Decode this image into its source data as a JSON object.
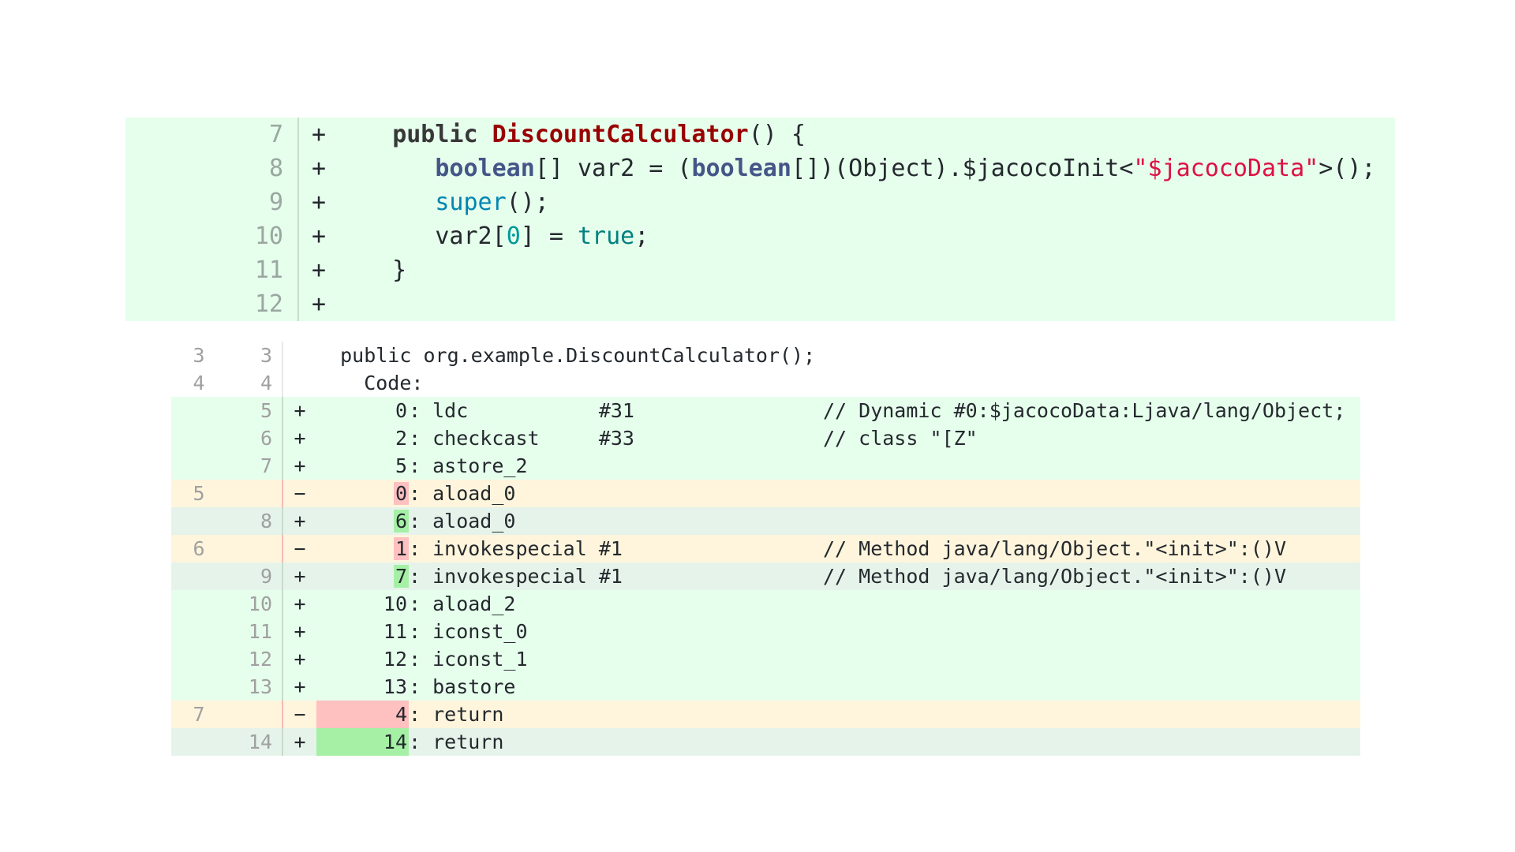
{
  "source_diff": {
    "rows": [
      {
        "line": "7",
        "marker": "+",
        "parts": [
          [
            "",
            "   "
          ],
          [
            "kw",
            "public "
          ],
          [
            "fn",
            "DiscountCalculator"
          ],
          [
            "",
            "() {"
          ]
        ]
      },
      {
        "line": "8",
        "marker": "+",
        "parts": [
          [
            "",
            "      "
          ],
          [
            "ty",
            "boolean"
          ],
          [
            "",
            "[] var2 = ("
          ],
          [
            "ty",
            "boolean"
          ],
          [
            "",
            "[])(Object).$jacocoInit<"
          ],
          [
            "str",
            "\"$jacocoData\""
          ],
          [
            "",
            ">();"
          ]
        ]
      },
      {
        "line": "9",
        "marker": "+",
        "parts": [
          [
            "",
            "      "
          ],
          [
            "sup",
            "super"
          ],
          [
            "",
            "();"
          ]
        ]
      },
      {
        "line": "10",
        "marker": "+",
        "parts": [
          [
            "",
            "      var2["
          ],
          [
            "num",
            "0"
          ],
          [
            "",
            "] = "
          ],
          [
            "lit",
            "true"
          ],
          [
            "",
            ";"
          ]
        ]
      },
      {
        "line": "11",
        "marker": "+",
        "parts": [
          [
            "",
            "   }"
          ]
        ]
      },
      {
        "line": "12",
        "marker": "+",
        "parts": [
          [
            "",
            ""
          ]
        ]
      }
    ]
  },
  "bytecode_diff": {
    "header_rows": [
      {
        "old": "3",
        "new": "3",
        "text": "  public org.example.DiscountCalculator();"
      },
      {
        "old": "4",
        "new": "4",
        "text": "    Code:"
      }
    ],
    "rows": [
      {
        "kind": "add",
        "old": "",
        "new": "5",
        "marker": "+",
        "offset": "0",
        "op": ": ldc           #31",
        "comment": "// Dynamic #0:$jacocoData:Ljava/lang/Object;",
        "hl": ""
      },
      {
        "kind": "add",
        "old": "",
        "new": "6",
        "marker": "+",
        "offset": "2",
        "op": ": checkcast     #33",
        "comment": "// class \"[Z\"",
        "hl": ""
      },
      {
        "kind": "add",
        "old": "",
        "new": "7",
        "marker": "+",
        "offset": "5",
        "op": ": astore_2",
        "comment": "",
        "hl": ""
      },
      {
        "kind": "del",
        "old": "5",
        "new": "",
        "marker": "−",
        "offset": "0",
        "op": ": aload_0",
        "comment": "",
        "hl": "digit"
      },
      {
        "kind": "mod",
        "old": "",
        "new": "8",
        "marker": "+",
        "offset": "6",
        "op": ": aload_0",
        "comment": "",
        "hl": "digit"
      },
      {
        "kind": "del",
        "old": "6",
        "new": "",
        "marker": "−",
        "offset": "1",
        "op": ": invokespecial #1",
        "comment": "// Method java/lang/Object.\"<init>\":()V",
        "hl": "digit"
      },
      {
        "kind": "mod",
        "old": "",
        "new": "9",
        "marker": "+",
        "offset": "7",
        "op": ": invokespecial #1",
        "comment": "// Method java/lang/Object.\"<init>\":()V",
        "hl": "digit"
      },
      {
        "kind": "add",
        "old": "",
        "new": "10",
        "marker": "+",
        "offset": "10",
        "op": ": aload_2",
        "comment": "",
        "hl": ""
      },
      {
        "kind": "add",
        "old": "",
        "new": "11",
        "marker": "+",
        "offset": "11",
        "op": ": iconst_0",
        "comment": "",
        "hl": ""
      },
      {
        "kind": "add",
        "old": "",
        "new": "12",
        "marker": "+",
        "offset": "12",
        "op": ": iconst_1",
        "comment": "",
        "hl": ""
      },
      {
        "kind": "add",
        "old": "",
        "new": "13",
        "marker": "+",
        "offset": "13",
        "op": ": bastore",
        "comment": "",
        "hl": ""
      },
      {
        "kind": "del",
        "old": "7",
        "new": "",
        "marker": "−",
        "offset": "4",
        "op": ": return",
        "comment": "",
        "hl": "full"
      },
      {
        "kind": "mod",
        "old": "",
        "new": "14",
        "marker": "+",
        "offset": "14",
        "op": ": return",
        "comment": "",
        "hl": "full"
      }
    ]
  },
  "colors": {
    "added_bg": "#e6ffec",
    "removed_bg": "#fff5dc",
    "changed_bg": "#e6f3ea",
    "removed_highlight": "#ffc0c0",
    "added_highlight": "#a6f0a6",
    "method_name": "#990000",
    "type_keyword": "#445588",
    "string": "#dd1144"
  }
}
